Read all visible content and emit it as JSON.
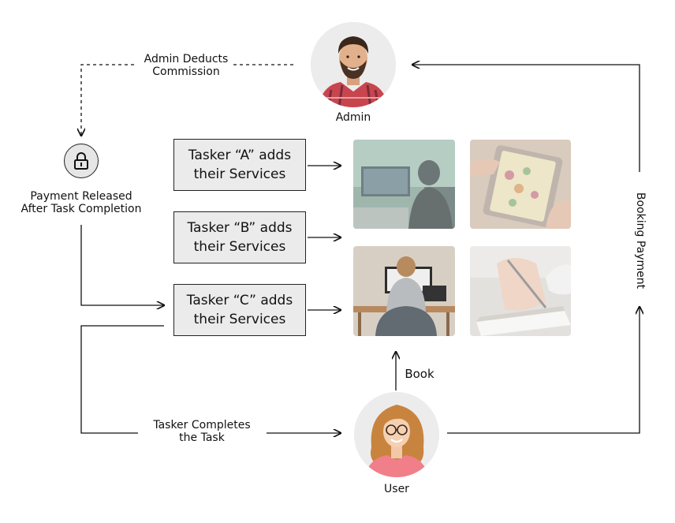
{
  "admin": {
    "label": "Admin"
  },
  "user": {
    "label": "User"
  },
  "flow_labels": {
    "admin_deducts": [
      "Admin Deducts",
      "Commission"
    ],
    "payment_released": [
      "Payment Released",
      "After Task Completion"
    ],
    "tasker_completes": [
      "Tasker Completes",
      "the Task"
    ],
    "book": "Book",
    "booking_payment": "Booking Payment"
  },
  "taskers": [
    {
      "line1": "Tasker “A” adds",
      "line2": "their Services"
    },
    {
      "line1": "Tasker “B” adds",
      "line2": "their Services"
    },
    {
      "line1": "Tasker “C” adds",
      "line2": "their Services"
    }
  ],
  "icons": {
    "lock": "lock-icon",
    "arrow": "arrow-icon"
  },
  "colors": {
    "box_fill": "#ebebeb",
    "line": "#111111",
    "lock_bg": "#e6e6e6",
    "user_shirt": "#f07f8a",
    "admin_shirt": "#c8454e"
  }
}
